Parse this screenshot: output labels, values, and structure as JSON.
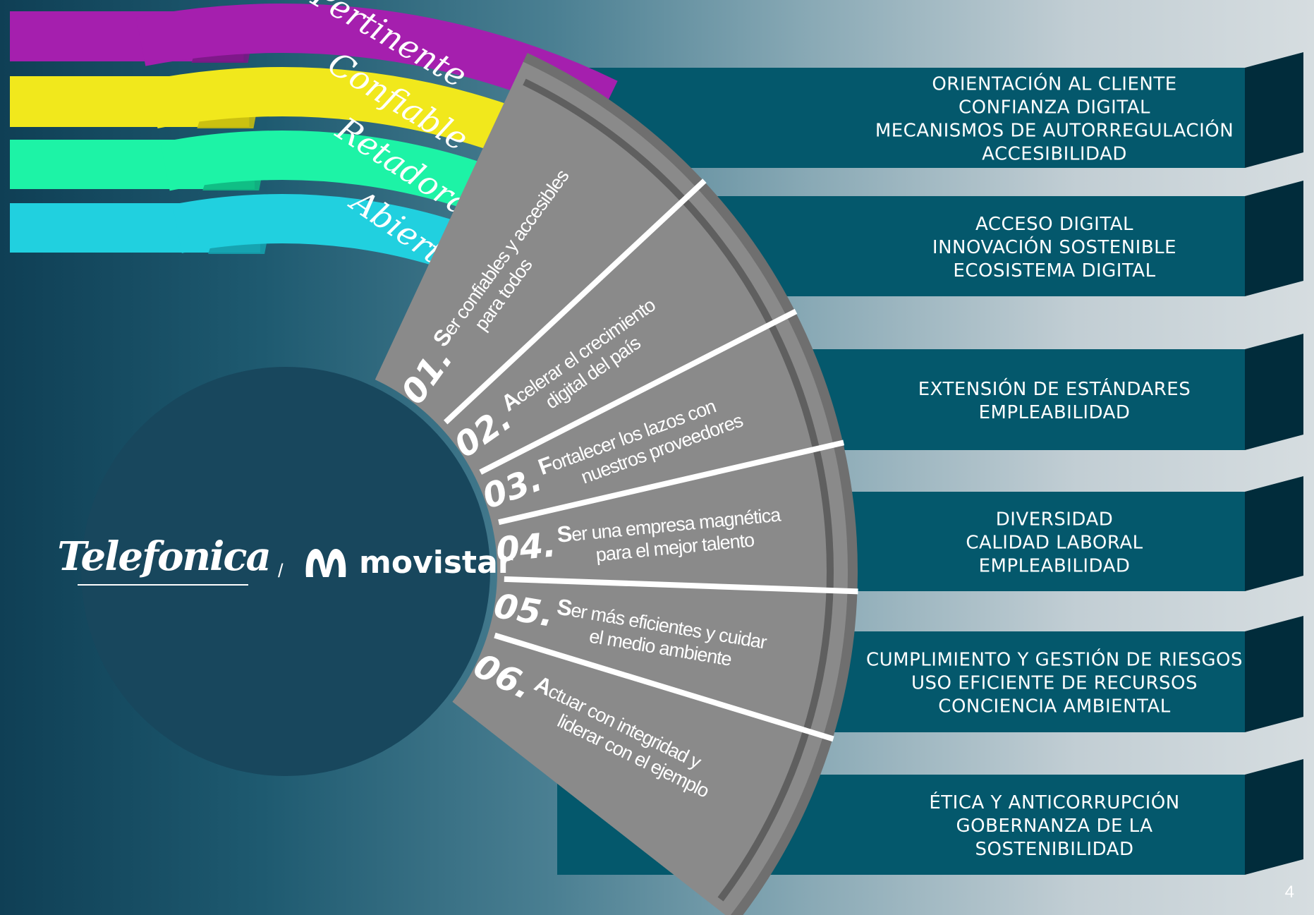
{
  "attributes": [
    {
      "label": "Pertinente",
      "color": "#a51fae"
    },
    {
      "label": "Confiable",
      "color": "#f1e81c"
    },
    {
      "label": "Retadora",
      "color": "#1df3a6"
    },
    {
      "label": "Abierta",
      "color": "#21d0df"
    }
  ],
  "goals": [
    {
      "num": "01.",
      "cap": "S",
      "rest": "er confiables y accesibles",
      "line2": "para todos"
    },
    {
      "num": "02.",
      "cap": "A",
      "rest": "celerar el crecimiento",
      "line2": "digital del país"
    },
    {
      "num": "03.",
      "cap": "F",
      "rest": "ortalecer los lazos con",
      "line2": "nuestros proveedores"
    },
    {
      "num": "04.",
      "cap": "S",
      "rest": "er una empresa magnética",
      "line2": "para el mejor talento"
    },
    {
      "num": "05.",
      "cap": "S",
      "rest": "er más eficientes y cuidar",
      "line2": "el medio ambiente"
    },
    {
      "num": "06.",
      "cap": "A",
      "rest": "ctuar con integridad y",
      "line2": "liderar con el ejemplo"
    }
  ],
  "ribbons": [
    {
      "lines": [
        "ORIENTACIÓN AL CLIENTE",
        "CONFIANZA DIGITAL",
        "MECANISMOS DE AUTORREGULACIÓN",
        "ACCESIBILIDAD"
      ]
    },
    {
      "lines": [
        "ACCESO DIGITAL",
        "INNOVACIÓN SOSTENIBLE",
        "ECOSISTEMA DIGITAL"
      ]
    },
    {
      "lines": [
        "EXTENSIÓN DE ESTÁNDARES",
        "EMPLEABILIDAD"
      ]
    },
    {
      "lines": [
        "DIVERSIDAD",
        "CALIDAD LABORAL",
        "EMPLEABILIDAD"
      ]
    },
    {
      "lines": [
        "CUMPLIMIENTO Y GESTIÓN DE RIESGOS",
        "USO EFICIENTE DE RECURSOS",
        "CONCIENCIA AMBIENTAL"
      ]
    },
    {
      "lines": [
        "ÉTICA Y ANTICORRUPCIÓN",
        "GOBERNANZA DE LA",
        "SOSTENIBILIDAD"
      ]
    }
  ],
  "brand": {
    "telefonica": "Telefonica",
    "separator": "/",
    "movistar": "movistar"
  },
  "page_number": "4",
  "colors": {
    "ribbon": "#04586c",
    "ribbon_side": "#012c3b",
    "fan": "#8a8a8a",
    "fan_rim": "#5f5f5f",
    "hub": "#18475d"
  }
}
